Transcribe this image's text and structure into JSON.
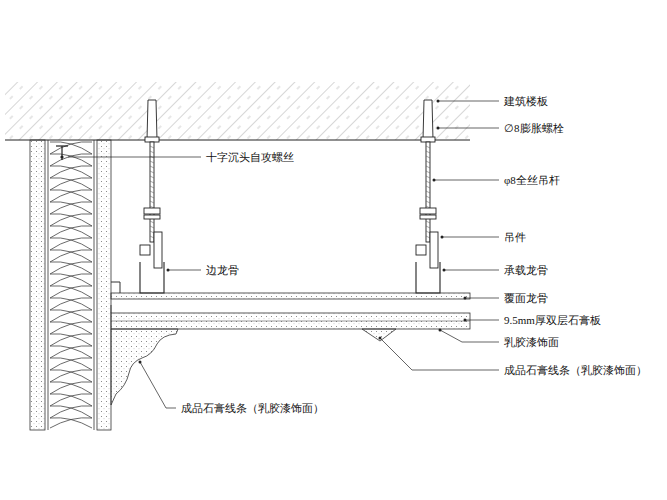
{
  "diagram": {
    "labels": [
      "建筑楼板",
      "∅8膨胀螺栓",
      "十字沉头自攻螺丝",
      "φ8全丝吊杆",
      "吊件",
      "边龙骨",
      "承载龙骨",
      "覆面龙骨",
      "9.5mm厚双层石膏板",
      "乳胶漆饰面",
      "成品石膏线条（乳胶漆饰面）",
      "成品石膏线条（乳胶漆饰面）"
    ]
  }
}
